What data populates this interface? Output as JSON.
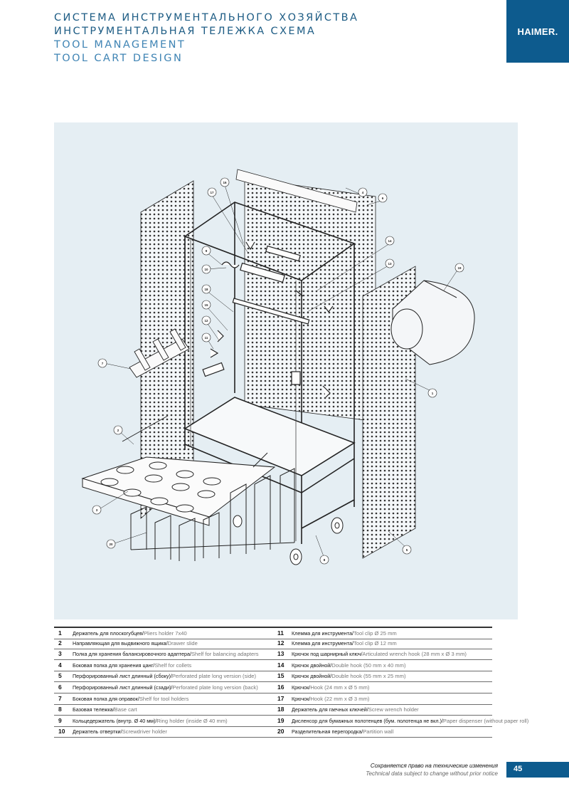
{
  "header": {
    "title_ru_1": "СИСТЕМА ИНСТРУМЕНТАЛЬНОГО ХОЗЯЙСТВА",
    "title_ru_2": "ИНСТРУМЕНТАЛЬНАЯ ТЕЛЕЖКА СХЕМА",
    "title_en_1": "TOOL MANAGEMENT",
    "title_en_2": "TOOL CART DESIGN",
    "logo": "HAIMER."
  },
  "colors": {
    "brand_blue": "#0d5b8e",
    "title_dark": "#1d5c84",
    "title_light": "#3f84b4",
    "panel_bg": "#e5eef3"
  },
  "diagram": {
    "callouts": [
      "1",
      "2",
      "3",
      "4",
      "5",
      "6",
      "7",
      "8",
      "9",
      "10",
      "11",
      "12",
      "13",
      "14",
      "15",
      "16",
      "17",
      "18",
      "19",
      "20"
    ]
  },
  "legend": {
    "left": [
      {
        "num": "1",
        "ru": "Держатель для плоскогубцев/",
        "en": "Pliers holder 7x40"
      },
      {
        "num": "2",
        "ru": "Направляющая для выдвижного ящика/",
        "en": "Drawer slide"
      },
      {
        "num": "3",
        "ru": "Полка для хранения балансировочного адаптера/",
        "en": "Shelf for balancing adapters"
      },
      {
        "num": "4",
        "ru": "Боковая полка для хранения цанг/",
        "en": "Shelf for collets"
      },
      {
        "num": "5",
        "ru": "Перфорированный лист длинный (сбоку)/",
        "en": "Perforated plate long version (side)"
      },
      {
        "num": "6",
        "ru": "Перфорированный лист длинный (сзади)/",
        "en": "Perforated plate long version (back)"
      },
      {
        "num": "7",
        "ru": "Боковая полка для оправок/",
        "en": "Shelf for tool holders"
      },
      {
        "num": "8",
        "ru": "Базовая тележка/",
        "en": "Base cart"
      },
      {
        "num": "9",
        "ru": "Кольцедержатель (внутр. Ø 40 мм)/",
        "en": "Ring holder (inside Ø 40 mm)"
      },
      {
        "num": "10",
        "ru": "Держатель отвертки/",
        "en": "Screwdriver holder"
      }
    ],
    "right": [
      {
        "num": "11",
        "ru": "Клемма для инструмента/",
        "en": "Tool clip Ø 25 mm"
      },
      {
        "num": "12",
        "ru": "Клемма для инструмента/",
        "en": "Tool clip Ø 12 mm"
      },
      {
        "num": "13",
        "ru": "Крючок под шарнирный ключ/",
        "en": "Articulated wrench hook (28 mm x Ø 3 mm)"
      },
      {
        "num": "14",
        "ru": "Крючок двойной/",
        "en": "Double hook (50 mm x 40 mm)"
      },
      {
        "num": "15",
        "ru": "Крючок двойной/",
        "en": "Double hook (55 mm x 25 mm)"
      },
      {
        "num": "16",
        "ru": "Крючок/",
        "en": "Hook  (24 mm x Ø 5 mm)"
      },
      {
        "num": "17",
        "ru": "Крючок/",
        "en": "Hook (22 mm x Ø 3 mm)"
      },
      {
        "num": "18",
        "ru": "Держатель для гаечных ключей/",
        "en": "Screw wrench holder"
      },
      {
        "num": "19",
        "ru": "Дисленсор для бумажных полотенцев (бум. полотенца не вкл.)/",
        "en": "Paper dispenser (without paper roll)"
      },
      {
        "num": "20",
        "ru": "Разделительная перегородка/",
        "en": "Partition wall"
      }
    ]
  },
  "footer": {
    "note_ru": "Сохраняется право на технические изменения",
    "note_en": "Technical data subject to change without prior notice",
    "page_number": "45"
  }
}
